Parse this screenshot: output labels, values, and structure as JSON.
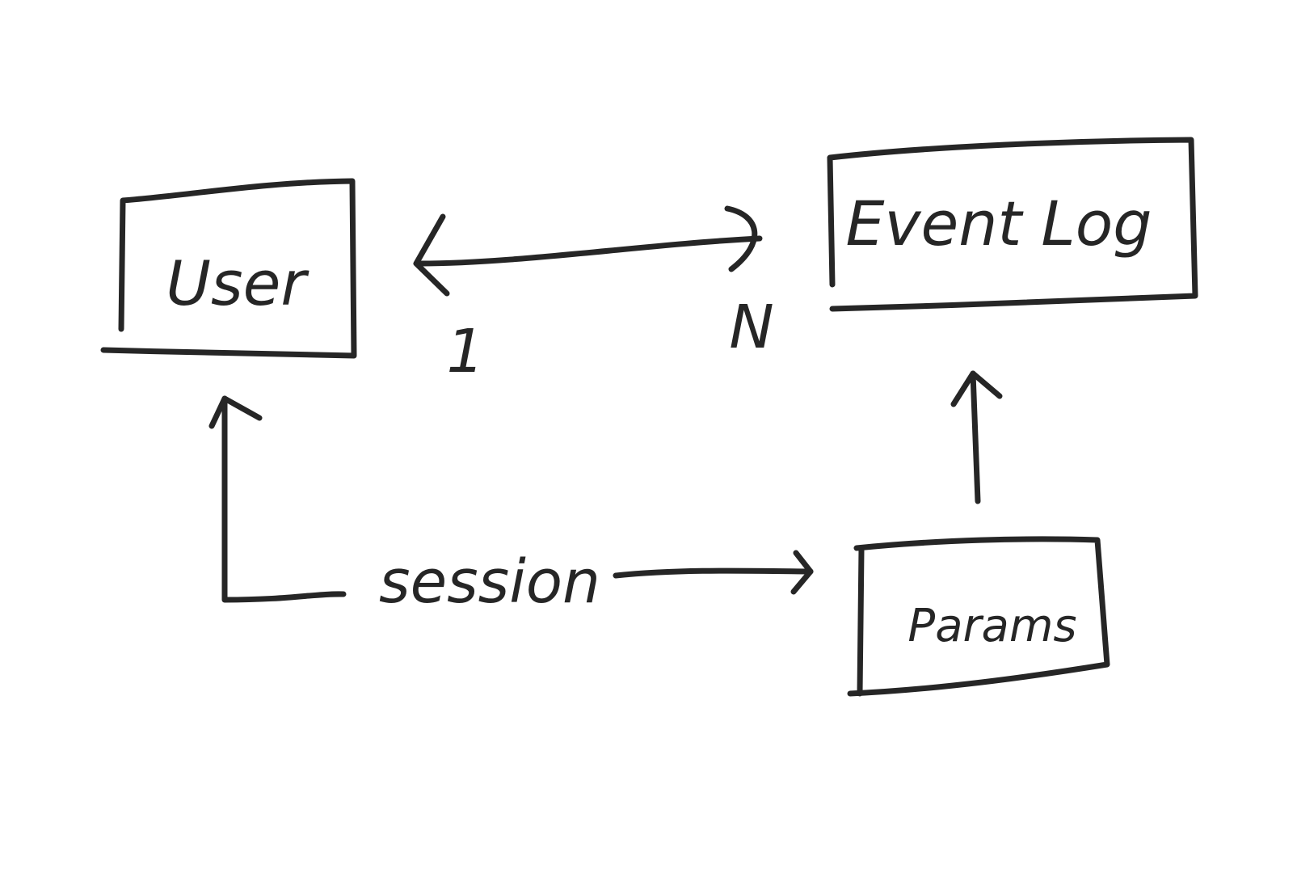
{
  "diagram": {
    "nodes": {
      "user": {
        "label": "User"
      },
      "event_log": {
        "label": "Event Log"
      },
      "params": {
        "label": "Params"
      }
    },
    "edges": {
      "user_event_log": {
        "from": "User",
        "to": "Event Log",
        "direction": "bidirectional",
        "cardinality_from": "1",
        "cardinality_to": "N"
      },
      "session_params": {
        "label": "session",
        "from": "session",
        "to": "Params",
        "direction": "forward"
      },
      "session_user": {
        "from": "session",
        "to": "User",
        "direction": "forward"
      },
      "params_event_log": {
        "from": "Params",
        "to": "Event Log",
        "direction": "forward"
      }
    }
  },
  "colors": {
    "ink": "#262626",
    "background": "#ffffff"
  }
}
